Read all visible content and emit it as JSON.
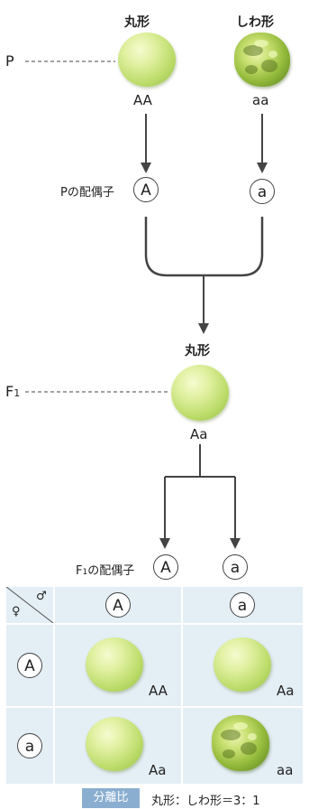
{
  "p": {
    "label": "P",
    "round_label": "丸形",
    "wrinkled_label": "しわ形",
    "genotype_round": "AA",
    "genotype_wrinkled": "aa",
    "gamete_label": "Pの配偶子",
    "gamete_round": "A",
    "gamete_wrinkled": "a"
  },
  "f1": {
    "label": "F",
    "label_sub": "1",
    "phenotype": "丸形",
    "genotype": "Aa",
    "gamete_label_prefix": "F",
    "gamete_label_sub": "1",
    "gamete_label_suffix": "の配偶子",
    "gamete_1": "A",
    "gamete_2": "a"
  },
  "table": {
    "header_female": "♀",
    "header_male": "♂",
    "col_headers": [
      "A",
      "a"
    ],
    "row_headers": [
      "A",
      "a"
    ],
    "cells": [
      [
        "AA",
        "Aa"
      ],
      [
        "Aa",
        "aa"
      ]
    ],
    "cell_shapes": [
      [
        "round",
        "round"
      ],
      [
        "round",
        "wrinkled"
      ]
    ]
  },
  "ratio": {
    "tag": "分離比",
    "text": "丸形：しわ形＝3：1"
  },
  "colors": {
    "table_bg": "#e4eef5",
    "tag_bg": "#8aaed0",
    "pea_round": "#c9e27e",
    "pea_wrinkled": "#7ea636"
  }
}
